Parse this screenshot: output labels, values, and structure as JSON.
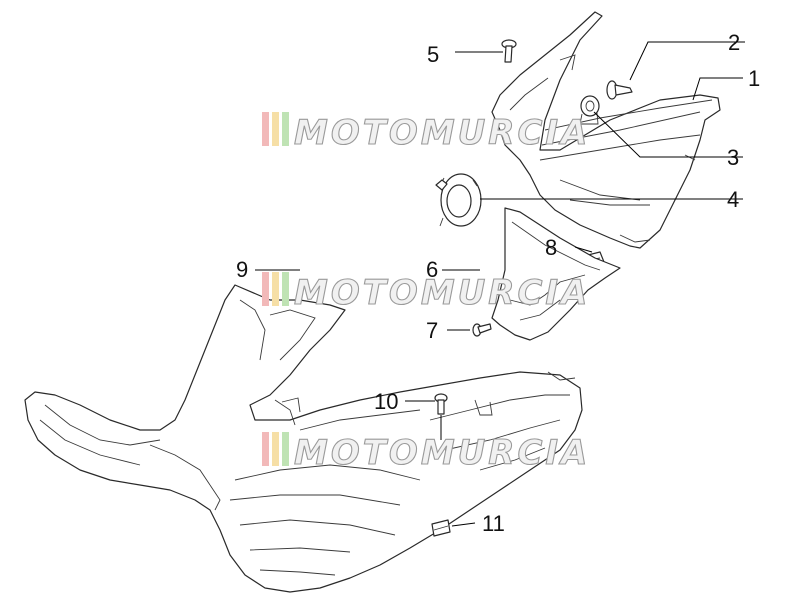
{
  "watermark": {
    "text": "MOTOMURCIA"
  },
  "callouts": [
    {
      "number": "1"
    },
    {
      "number": "2"
    },
    {
      "number": "3"
    },
    {
      "number": "4"
    },
    {
      "number": "5"
    },
    {
      "number": "6"
    },
    {
      "number": "7"
    },
    {
      "number": "8"
    },
    {
      "number": "9"
    },
    {
      "number": "10"
    },
    {
      "number": "11"
    }
  ],
  "colors": {
    "line": "#2a2a2a",
    "watermark_red": "#f2b9b9",
    "watermark_yellow": "#f6dfa6",
    "watermark_green": "#bfe3b4"
  }
}
